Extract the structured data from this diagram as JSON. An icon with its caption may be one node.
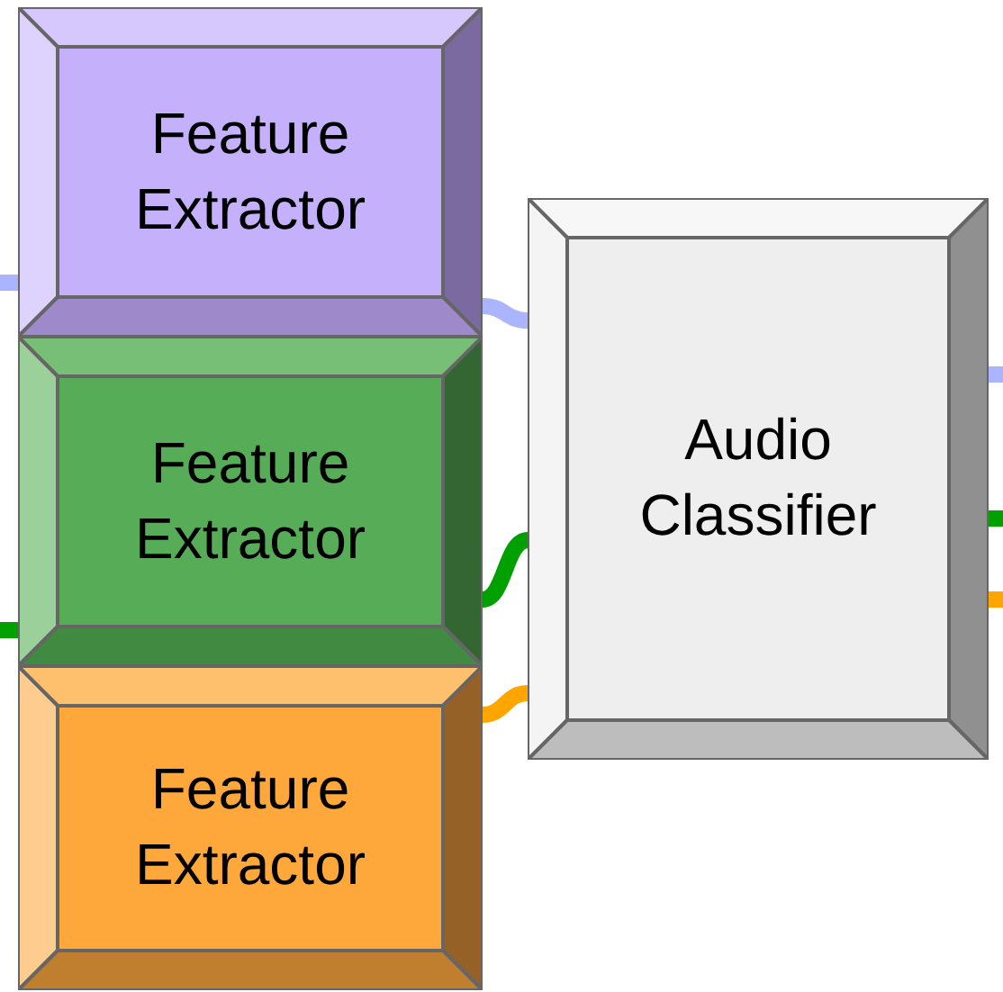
{
  "diagram": {
    "nodes": [
      {
        "text": [
          "Feature Extractor"
        ]
      },
      {
        "text": [
          "Feature Extractor"
        ]
      },
      {
        "text": [
          "Feature Extractor"
        ]
      },
      {
        "text": [
          "Audio Classifier"
        ]
      }
    ],
    "edges": [
      {
        "from": null,
        "to": 0,
        "arrow": "none",
        "color": "#aab4ff"
      },
      {
        "from": 0,
        "to": 3,
        "arrow": "none",
        "color": "#aab4ff"
      },
      {
        "from": 3,
        "to": null,
        "arrow": "none",
        "color": "#aab4ff"
      },
      {
        "from": null,
        "to": 1,
        "arrow": "none",
        "color": "#00a000"
      },
      {
        "from": 1,
        "to": 3,
        "arrow": "none",
        "color": "#00a000"
      },
      {
        "from": 3,
        "to": null,
        "arrow": "none",
        "color": "#00a000"
      },
      {
        "from": 2,
        "to": 3,
        "arrow": "none",
        "color": "#ffa500"
      },
      {
        "from": 3,
        "to": null,
        "arrow": "none",
        "color": "#ffa500"
      }
    ]
  }
}
